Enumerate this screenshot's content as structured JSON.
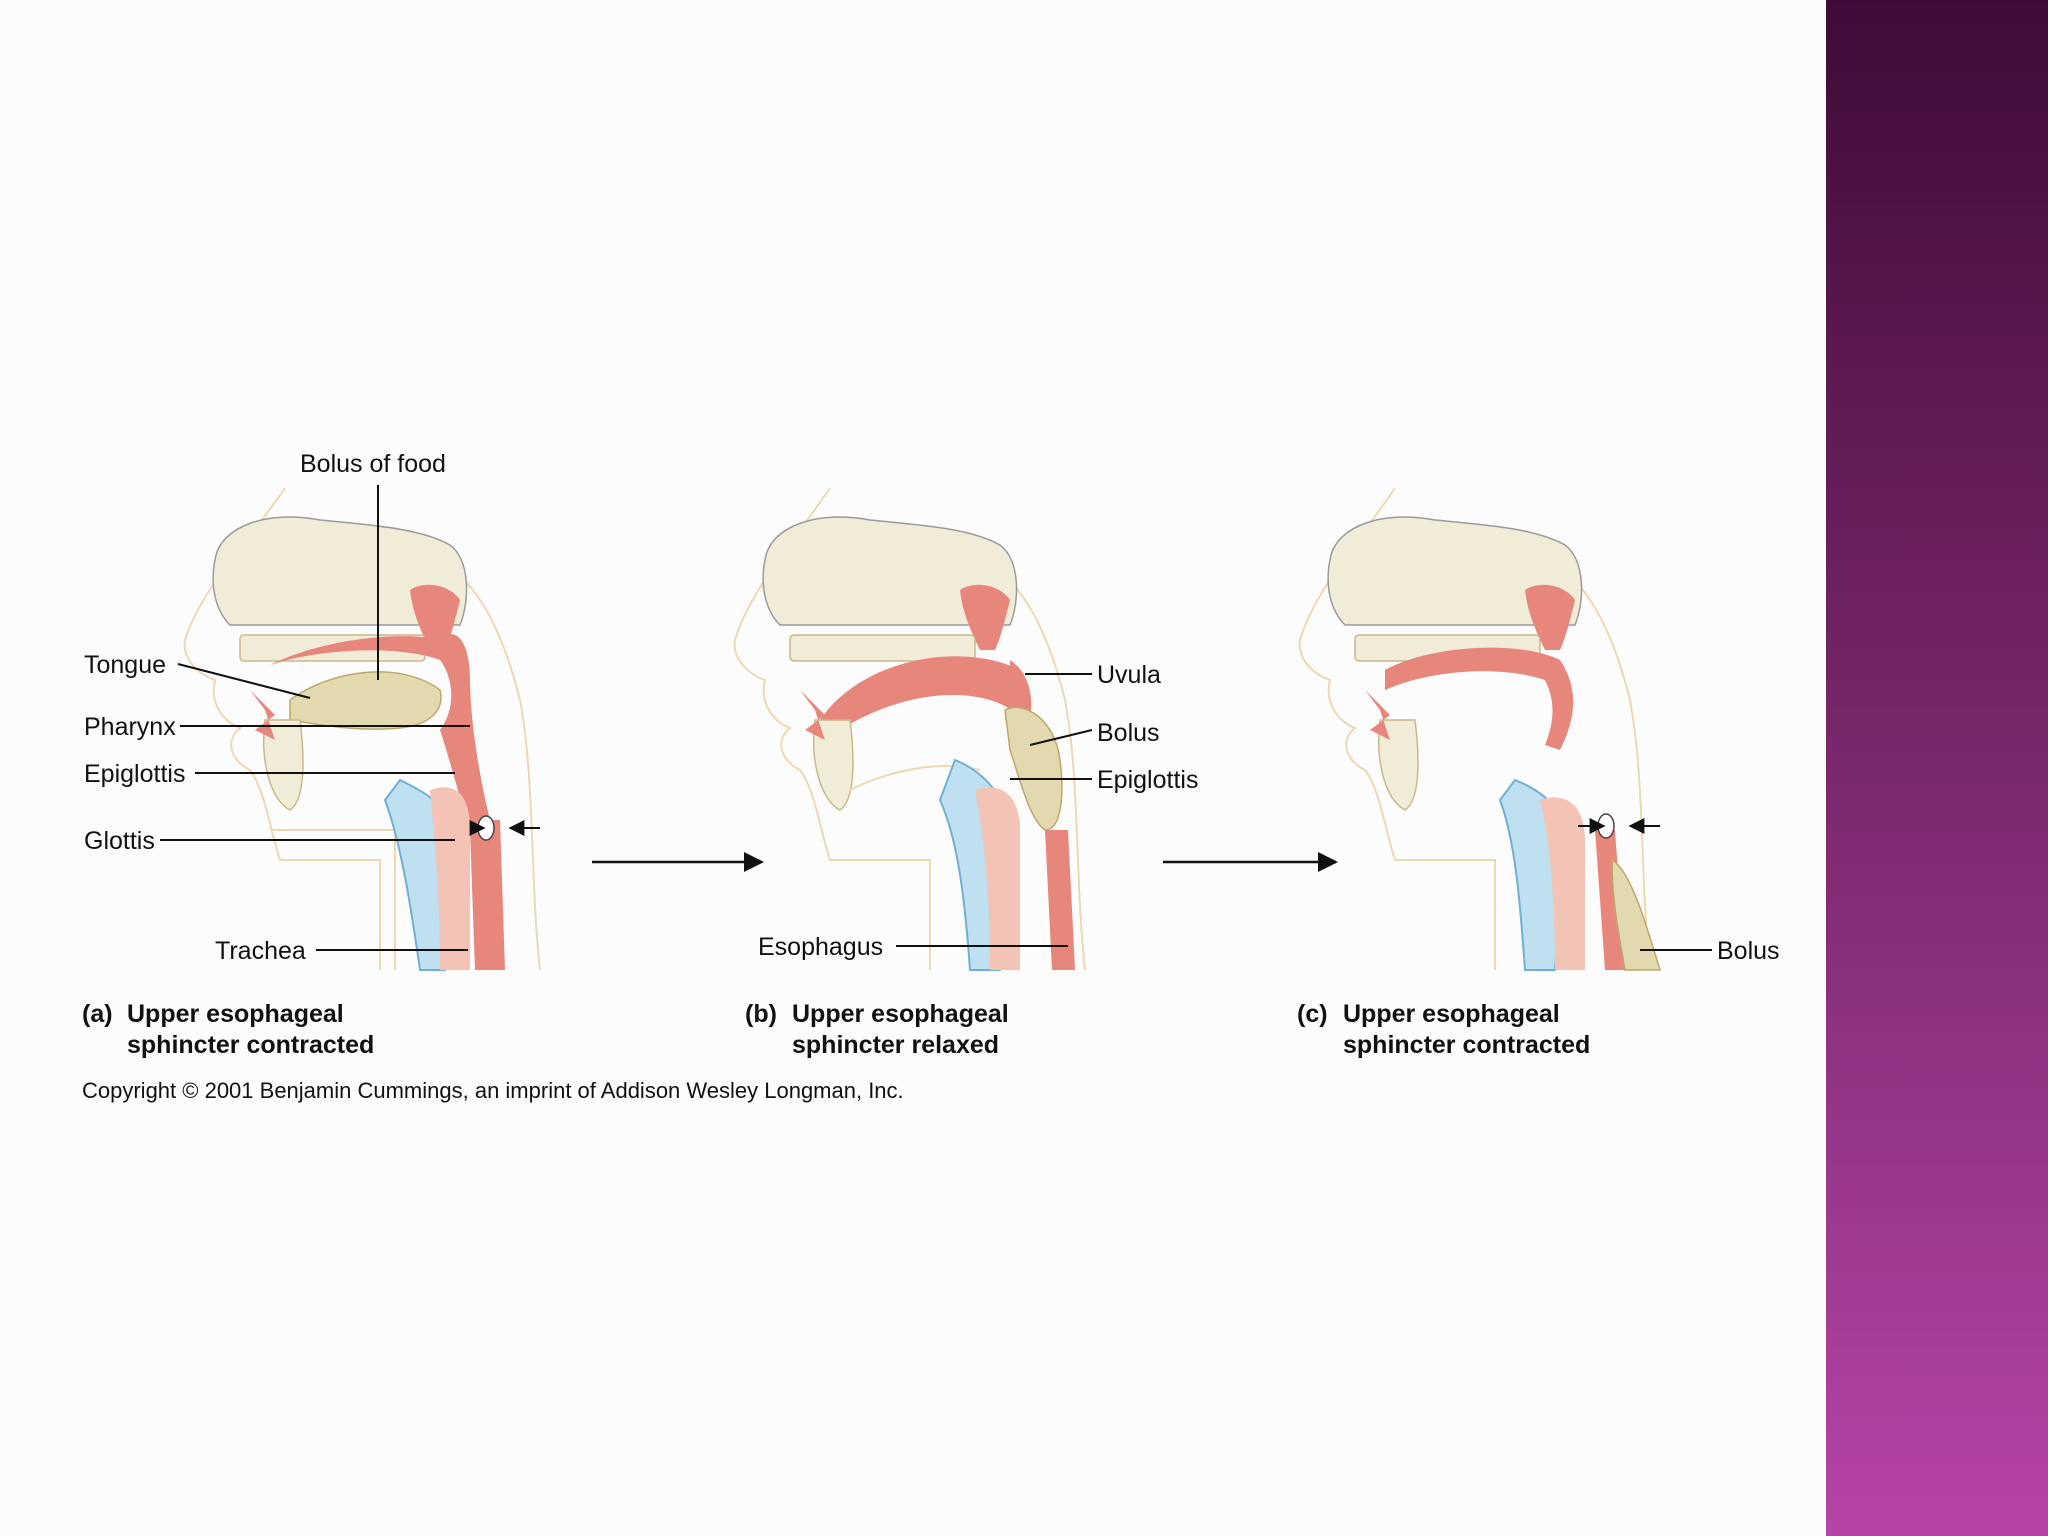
{
  "colors": {
    "side_band_top": "#3f0b35",
    "side_band_bottom": "#b545a6",
    "soft_tissue": "#e7877c",
    "tissue_light": "#f3c3b6",
    "bone": "#f0ecd8",
    "cartilage": "#bfe0f0",
    "bolus": "#e2d9ae",
    "skin_outline": "#eed8b0"
  },
  "panels": [
    {
      "letter": "(a)",
      "caption_line1": "Upper esophageal",
      "caption_line2": "sphincter contracted",
      "labels": {
        "bolus_of_food": "Bolus of food",
        "tongue": "Tongue",
        "pharynx": "Pharynx",
        "epiglottis": "Epiglottis",
        "glottis": "Glottis",
        "trachea": "Trachea"
      }
    },
    {
      "letter": "(b)",
      "caption_line1": "Upper esophageal",
      "caption_line2": "sphincter relaxed",
      "labels": {
        "uvula": "Uvula",
        "bolus": "Bolus",
        "epiglottis": "Epiglottis",
        "esophagus": "Esophagus"
      }
    },
    {
      "letter": "(c)",
      "caption_line1": "Upper esophageal",
      "caption_line2": "sphincter contracted",
      "labels": {
        "bolus": "Bolus"
      }
    }
  ],
  "copyright": "Copyright © 2001 Benjamin Cummings, an imprint of Addison Wesley Longman, Inc."
}
